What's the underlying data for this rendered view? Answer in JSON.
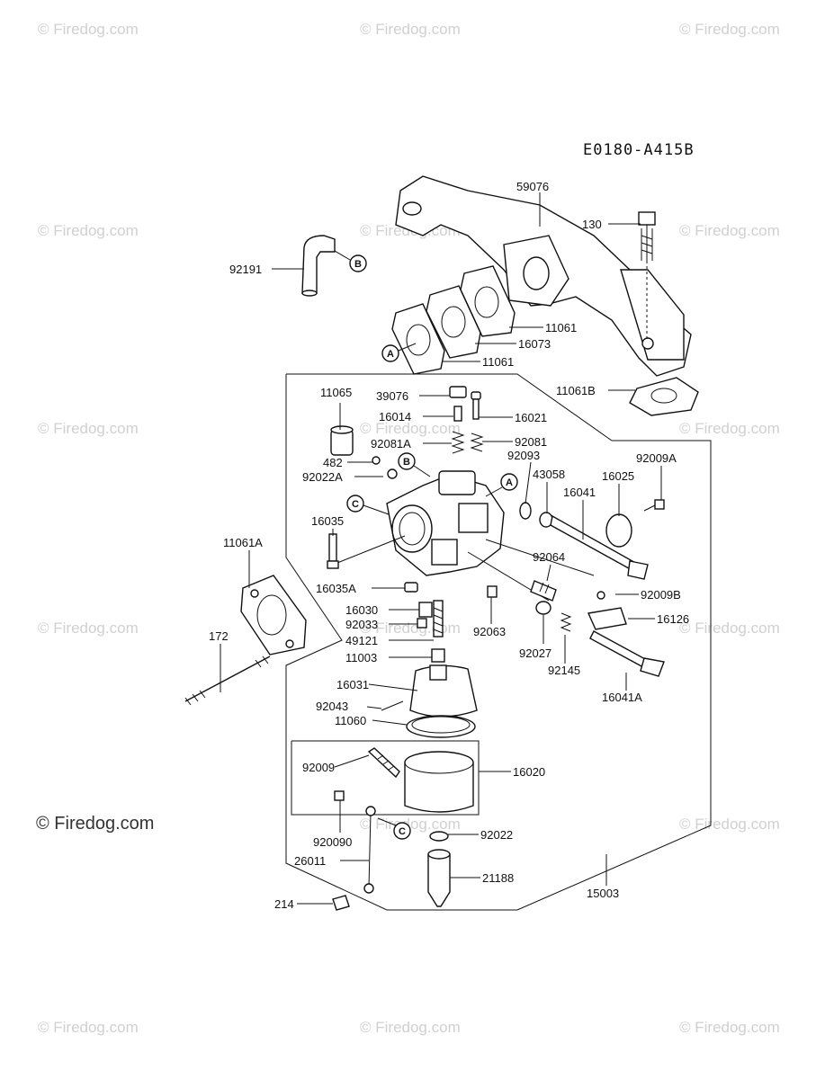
{
  "diagram_code": "E0180-A415B",
  "watermark": "© Firedog.com",
  "watermark_large": "© Firedog.com",
  "callouts": {
    "a": "A",
    "b": "B",
    "c": "C"
  },
  "parts": [
    "59076",
    "130",
    "92191",
    "11061",
    "16073",
    "11061",
    "11061B",
    "11065",
    "39076",
    "16014",
    "16021",
    "92081A",
    "92081",
    "482",
    "92022A",
    "92093",
    "43058",
    "92009A",
    "16025",
    "16041",
    "16035",
    "11061A",
    "16035A",
    "92064",
    "92009B",
    "16030",
    "92033",
    "16126",
    "49121",
    "92063",
    "11003",
    "92027",
    "92145",
    "172",
    "16041A",
    "16031",
    "92043",
    "11060",
    "92009",
    "16020",
    "920090",
    "92022",
    "26011",
    "21188",
    "214",
    "15003"
  ]
}
